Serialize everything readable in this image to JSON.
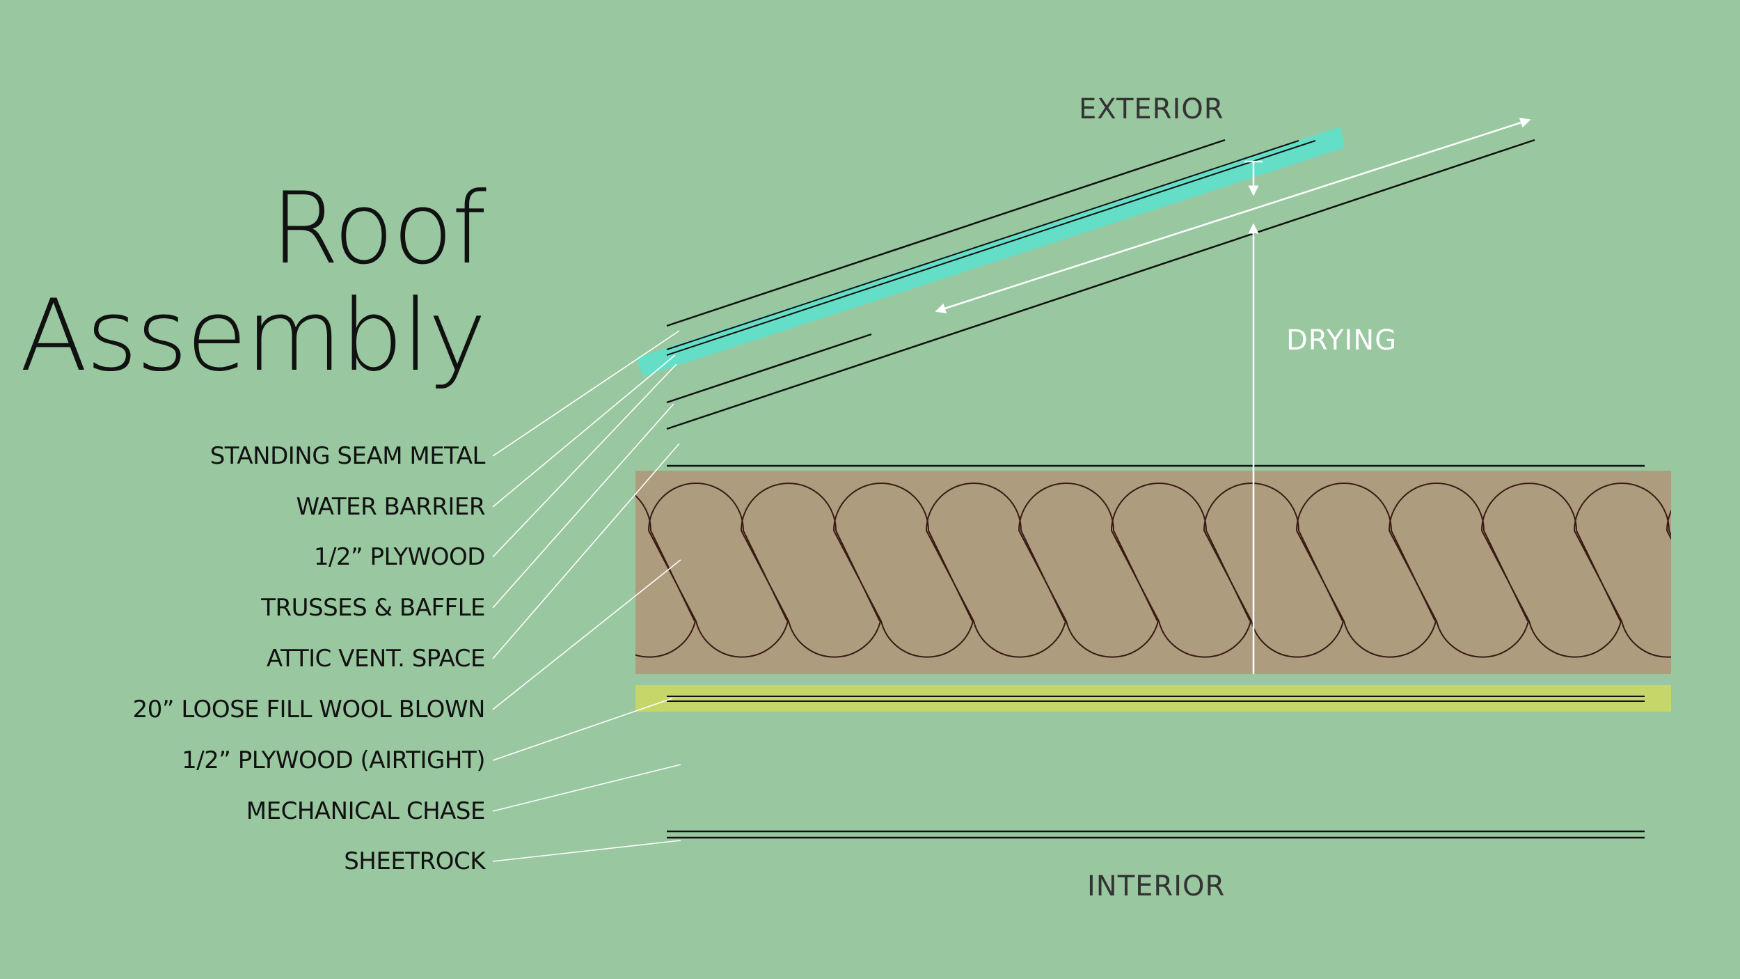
{
  "title": {
    "line1": "Roof",
    "line2": "Assembly"
  },
  "zones": {
    "exterior": "EXTERIOR",
    "interior": "INTERIOR",
    "drying": "DRYING"
  },
  "layers": [
    {
      "label": "STANDING SEAM METAL"
    },
    {
      "label": "WATER BARRIER"
    },
    {
      "label": "1/2” PLYWOOD"
    },
    {
      "label": "TRUSSES & BAFFLE"
    },
    {
      "label": "ATTIC VENT. SPACE"
    },
    {
      "label": "20” LOOSE FILL WOOL BLOWN"
    },
    {
      "label": "1/2” PLYWOOD (AIRTIGHT)"
    },
    {
      "label": "MECHANICAL CHASE"
    },
    {
      "label": "SHEETROCK"
    }
  ],
  "colors": {
    "background": "#99c7a0",
    "water_barrier": "#5fe0cc",
    "insulation": "#ad9d7e",
    "airtight_plywood": "#c6d669",
    "arrows": "#ffffff",
    "lines": "#111111"
  }
}
